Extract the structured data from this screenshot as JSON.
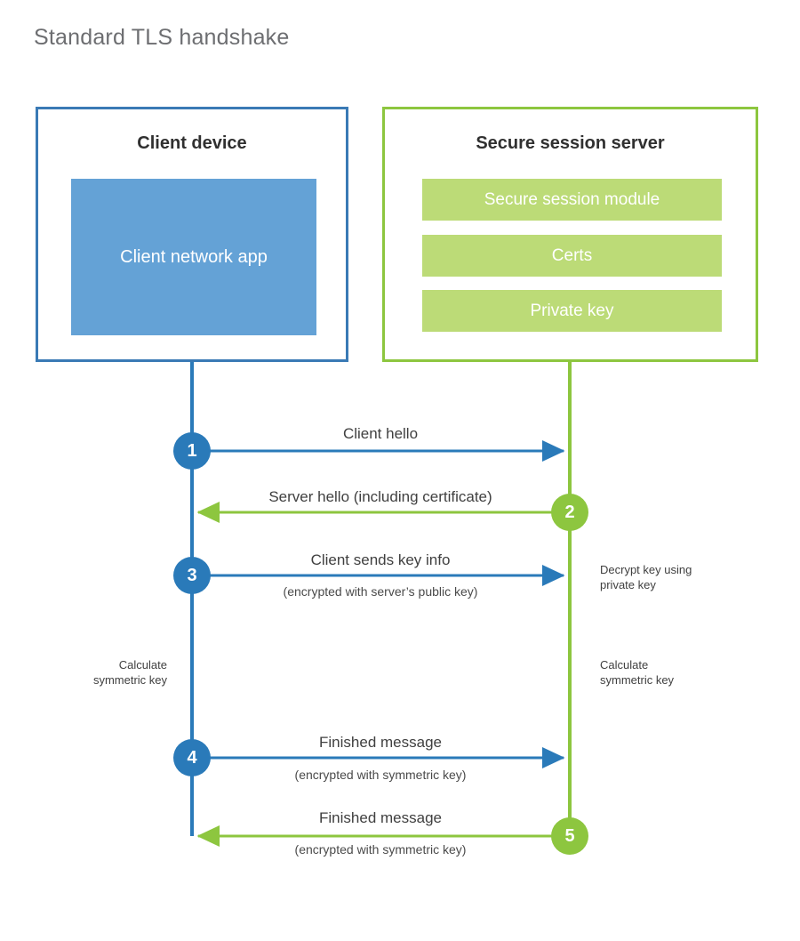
{
  "title": "Standard TLS handshake",
  "colors": {
    "client_border": "#3a7ab5",
    "client_fill": "#64a2d6",
    "client_accent": "#2a7ab9",
    "server_border": "#8dc63f",
    "server_fill": "#bcdb77",
    "server_accent": "#8dc63f",
    "text": "#404040",
    "title_text": "#6d6e71",
    "background": "#ffffff"
  },
  "client": {
    "title": "Client device",
    "app_label": "Client network\napp"
  },
  "server": {
    "title": "Secure session server",
    "blocks": [
      {
        "label": "Secure session module"
      },
      {
        "label": "Certs"
      },
      {
        "label": "Private key"
      }
    ]
  },
  "steps": [
    {
      "number": "1",
      "label": "Client hello",
      "sublabel": "",
      "direction": "client-to-server",
      "color": "#2a7ab9"
    },
    {
      "number": "2",
      "label": "Server hello (including certificate)",
      "sublabel": "",
      "direction": "server-to-client",
      "color": "#8dc63f"
    },
    {
      "number": "3",
      "label": "Client sends key info",
      "sublabel": "(encrypted with server’s public key)",
      "direction": "client-to-server",
      "color": "#2a7ab9"
    },
    {
      "number": "4",
      "label": "Finished message",
      "sublabel": "(encrypted with symmetric key)",
      "direction": "client-to-server",
      "color": "#2a7ab9"
    },
    {
      "number": "5",
      "label": "Finished message",
      "sublabel": "(encrypted with symmetric key)",
      "direction": "server-to-client",
      "color": "#8dc63f"
    }
  ],
  "notes": {
    "decrypt_key": "Decrypt key using\nprivate key",
    "calculate_symmetric_key_client": "Calculate\nsymmetric key",
    "calculate_symmetric_key_server": "Calculate\nsymmetric key"
  }
}
